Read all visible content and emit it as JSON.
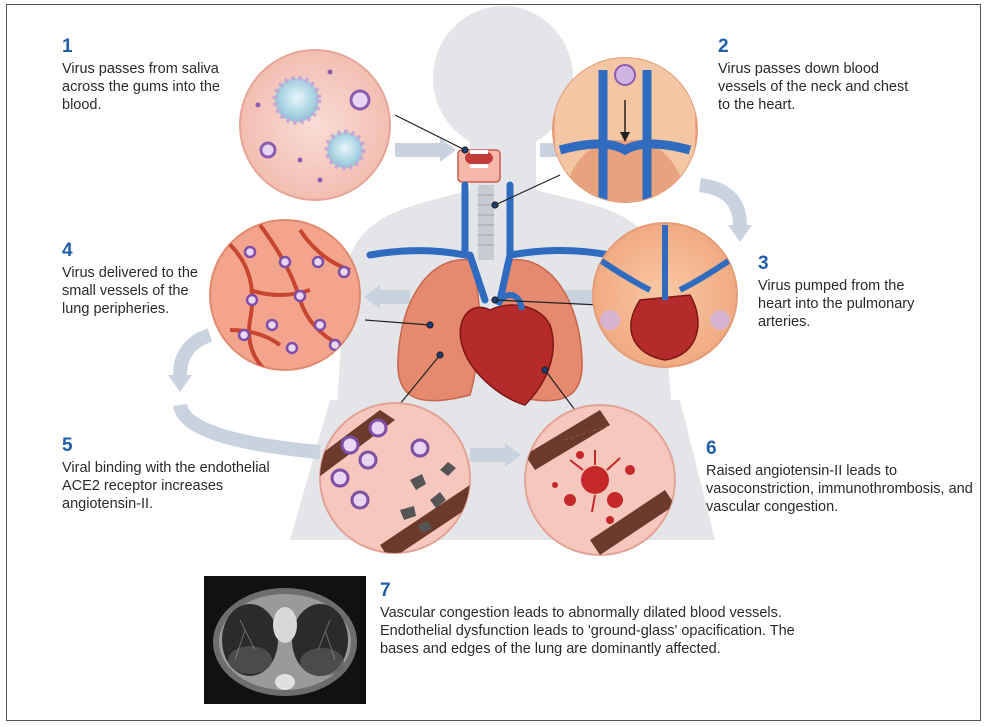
{
  "steps": [
    {
      "number": "1",
      "text": "Virus passes from saliva across the gums into the blood."
    },
    {
      "number": "2",
      "text": "Virus passes down blood vessels of the neck and chest to the heart."
    },
    {
      "number": "3",
      "text": "Virus pumped from the heart into the pulmonary arteries."
    },
    {
      "number": "4",
      "text": "Virus delivered to the small vessels of the lung peripheries."
    },
    {
      "number": "5",
      "text": "Viral binding with the endothelial ACE2 receptor increases angiotensin-II."
    },
    {
      "number": "6",
      "text": "Raised angiotensin-II leads to vasoconstriction, immunothrombosis, and vascular congestion."
    },
    {
      "number": "7",
      "text": "Vascular congestion leads to abnormally dilated blood vessels. Endothelial dysfunction leads to 'ground-glass' opacification. The bases and edges of the lung are dominantly affected."
    }
  ],
  "colors": {
    "number": "#1e5fa8",
    "body_silhouette": "#e3e5e8",
    "arrow": "#c9d3df",
    "vein": "#2f6cc0",
    "lung": "#e58a6f",
    "heart": "#b52a2a",
    "circle_bg": "#f7d0c7"
  }
}
